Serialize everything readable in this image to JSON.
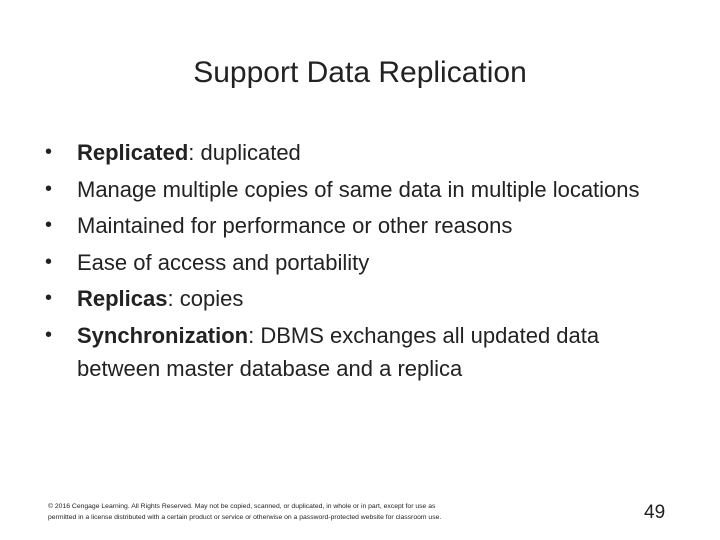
{
  "title": "Support Data Replication",
  "bullets": [
    {
      "term": "Replicated",
      "text": ": duplicated"
    },
    {
      "term": "",
      "text": "Manage multiple copies of same data in multiple locations"
    },
    {
      "term": "",
      "text": "Maintained for performance or other reasons"
    },
    {
      "term": "",
      "text": "Ease of access and portability"
    },
    {
      "term": "Replicas",
      "text": ": copies"
    },
    {
      "term": "Synchronization",
      "text": ": DBMS exchanges all updated data between master database and a replica"
    }
  ],
  "bullet_glyph": "•",
  "footer": {
    "line1": "© 2016 Cengage Learning. All Rights Reserved. May not be copied, scanned, or duplicated, in whole or in part, except for use as",
    "line2": "permitted in a license distributed with a certain product or service or otherwise on a password-protected website for classroom use."
  },
  "page_number": "49"
}
